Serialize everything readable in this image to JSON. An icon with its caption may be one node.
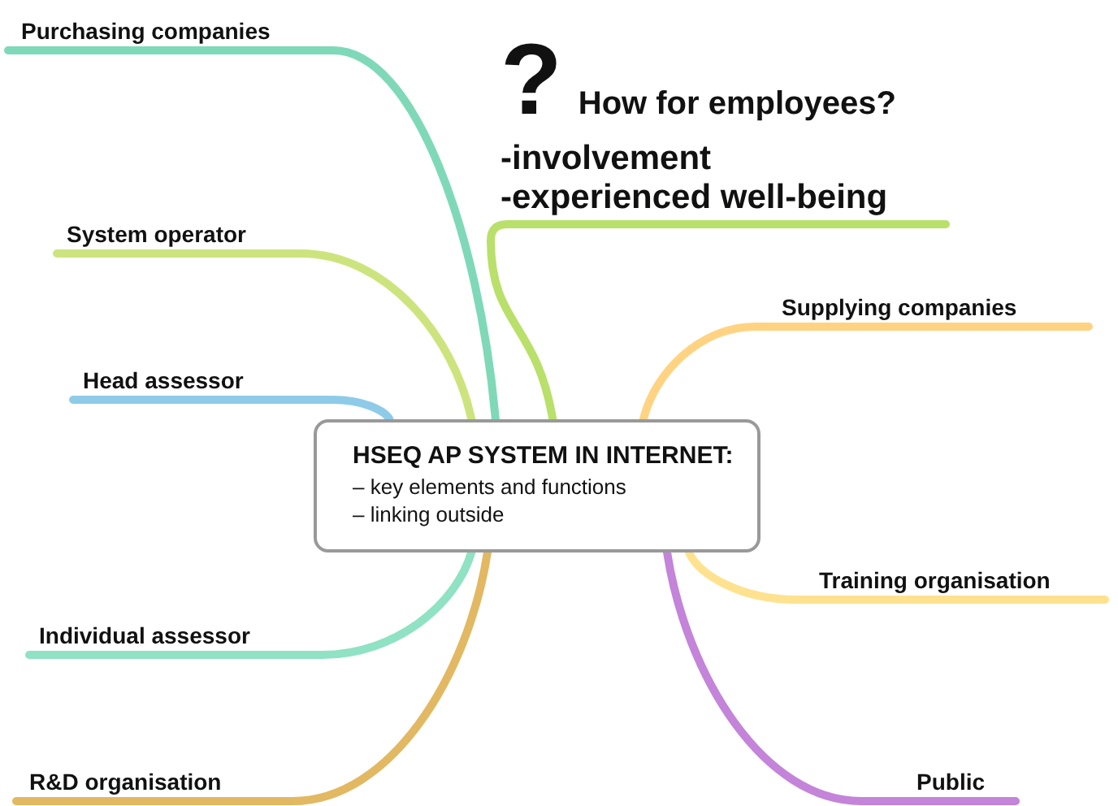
{
  "diagram": {
    "nodes": [
      {
        "text": [
          "HSEQ AP SYSTEM IN INTERNET:",
          "– key elements and functions",
          "– linking outside"
        ]
      },
      {
        "text": [
          "Purchasing companies"
        ]
      },
      {
        "text": [
          "?",
          "How for employees?",
          "-involvement",
          "-experienced well-being"
        ]
      },
      {
        "text": [
          "System operator"
        ]
      },
      {
        "text": [
          "Supplying companies"
        ]
      },
      {
        "text": [
          "Head assessor"
        ]
      },
      {
        "text": [
          "Training organisation"
        ]
      },
      {
        "text": [
          "Individual assessor"
        ]
      },
      {
        "text": [
          "R&D organisation"
        ]
      },
      {
        "text": [
          "Public"
        ]
      }
    ],
    "edges": [
      {
        "from": 0,
        "to": 1,
        "arrow": "none",
        "color": "#7fd9b9"
      },
      {
        "from": 0,
        "to": 2,
        "arrow": "none",
        "color": "#b9e06a"
      },
      {
        "from": 0,
        "to": 3,
        "arrow": "none",
        "color": "#cde47e"
      },
      {
        "from": 0,
        "to": 4,
        "arrow": "none",
        "color": "#ffd382"
      },
      {
        "from": 0,
        "to": 5,
        "arrow": "none",
        "color": "#8ecbe8"
      },
      {
        "from": 0,
        "to": 6,
        "arrow": "none",
        "color": "#ffe28f"
      },
      {
        "from": 0,
        "to": 7,
        "arrow": "none",
        "color": "#8fe2c3"
      },
      {
        "from": 0,
        "to": 8,
        "arrow": "none",
        "color": "#e2b862"
      },
      {
        "from": 0,
        "to": 9,
        "arrow": "none",
        "color": "#c384d9"
      }
    ]
  }
}
